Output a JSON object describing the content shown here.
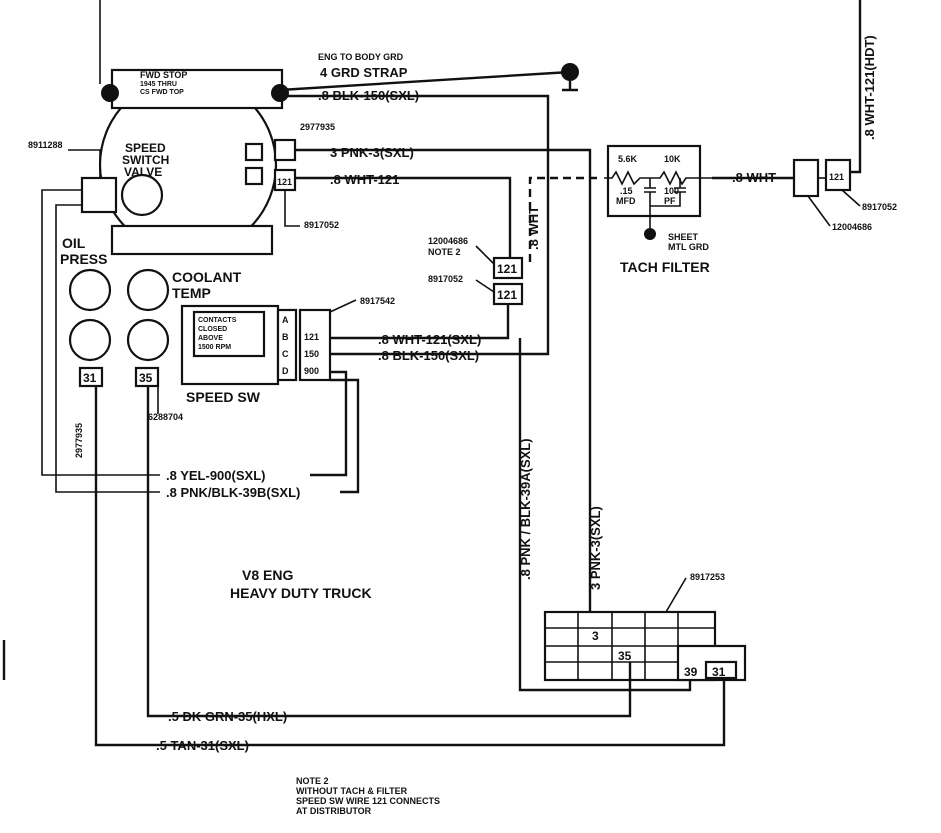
{
  "title": {
    "line1": "V8 ENG",
    "line2": "HEAVY DUTY TRUCK"
  },
  "note": {
    "line1": "NOTE 2",
    "line2": "WITHOUT TACH & FILTER",
    "line3": "SPEED SW WIRE 121 CONNECTS",
    "line4": "AT DISTRIBUTOR"
  },
  "labels": {
    "fwd_stop_1": "FWD STOP",
    "fwd_stop_2": "1945 THRU",
    "fwd_stop_3": "CS FWD TOP",
    "eng_to_body": "ENG TO BODY GRD",
    "grd_strap": "4 GRD STRAP",
    "blk_150_top": ".8 BLK-150(SXL)",
    "p2977935_top": "2977935",
    "pnk3_top": "3 PNK-3(SXL)",
    "wht121_top": ".8 WHT-121",
    "p8917052_left": "8917052",
    "p8911288": "8911288",
    "speed_switch_1": "SPEED",
    "speed_switch_2": "SWITCH",
    "speed_switch_3": "VALVE",
    "oil_press_1": "OIL",
    "oil_press_2": "PRESS",
    "coolant_1": "COOLANT",
    "coolant_2": "TEMP",
    "p12004686_mid": "12004686",
    "note2_ref": "NOTE 2",
    "p8917052_mid": "8917052",
    "wht_vert": ".8 WHT",
    "p8917542": "8917542",
    "contacts_1": "CONTACTS",
    "contacts_2": "CLOSED",
    "contacts_3": "ABOVE",
    "contacts_4": "1500 RPM",
    "wht121_sxl": ".8 WHT-121(SXL)",
    "blk150_sxl": ".8 BLK-150(SXL)",
    "speed_sw": "SPEED SW",
    "p6288704": "6288704",
    "p2977935_vert": "2977935",
    "yel900": ".8 YEL-900(SXL)",
    "pnkblk39b": ".8 PNK/BLK-39B(SXL)",
    "pnkblk39a": ".8 PNK / BLK-39A(SXL)",
    "pnk3_vert": "3 PNK-3(SXL)",
    "p8917253": "8917253",
    "dkgrn35": ".5 DK GRN-35(HXL)",
    "tan31": ".5 TAN-31(SXL)",
    "res_56k": "5.6K",
    "res_10k": "10K",
    "cap_15_1": ".15",
    "cap_15_2": "MFD",
    "cap_100_1": "100",
    "cap_100_2": "PF",
    "sheet_mtl_1": "SHEET",
    "sheet_mtl_2": "MTL GRD",
    "tach_filter": "TACH FILTER",
    "wht_right": ".8 WHT",
    "wht121_hdt": ".8 WHT-121(HDT)",
    "p8917052_right": "8917052",
    "p12004686_right": "12004686"
  },
  "pins": {
    "c121_a": "121",
    "c121_b": "121",
    "c121_c": "121",
    "c121_right": "121",
    "term_31": "31",
    "term_35": "35",
    "bulk_3": "3",
    "bulk_35": "35",
    "bulk_39": "39",
    "bulk_31": "31",
    "pin_A": "A",
    "pin_B": "B",
    "pin_C": "C",
    "pin_D": "D",
    "pin_121": "121",
    "pin_150": "150",
    "pin_900": "900"
  }
}
